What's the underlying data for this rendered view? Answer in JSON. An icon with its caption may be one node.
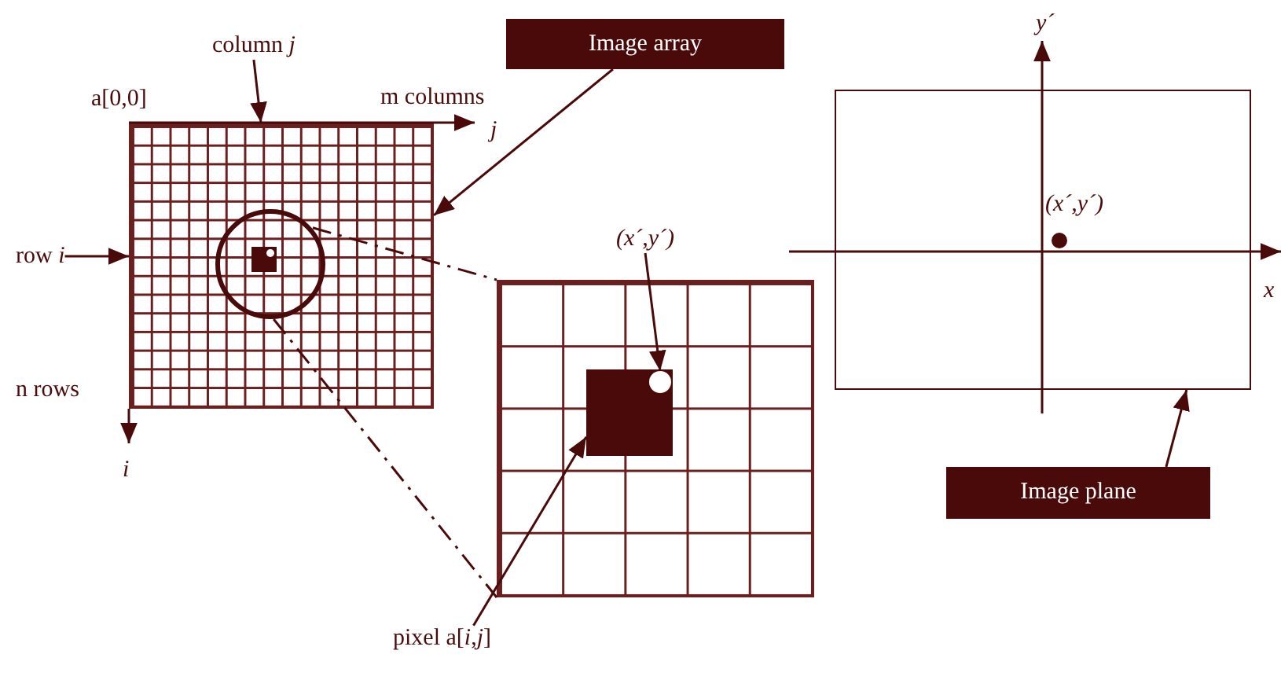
{
  "diagram": {
    "nodes": [
      {
        "text": [
          "column *j*"
        ]
      },
      {
        "text": [
          "Image array"
        ]
      },
      {
        "text": [],
        "shape": "box"
      },
      {
        "text": [
          "row *i*"
        ]
      },
      {
        "text": [],
        "shape": "circle",
        "in": 2
      },
      {
        "text": [],
        "shape": "box"
      },
      {
        "text": [
          "(x´,y´)"
        ]
      },
      {
        "text": [],
        "shape": "box",
        "in": 5
      },
      {
        "text": [],
        "shape": "circle",
        "in": 7
      },
      {
        "text": [
          "pixel a[*i*,*j*]"
        ]
      },
      {
        "text": [],
        "shape": "box"
      },
      {
        "text": [
          "Image plane"
        ]
      }
    ],
    "edges": [
      {
        "from": 1,
        "to": 2,
        "arrow": "to"
      },
      {
        "from": 0,
        "to": 2,
        "arrow": "to"
      },
      {
        "from": 3,
        "to": 2,
        "arrow": "to"
      },
      {
        "from": 4,
        "to": 5,
        "arrow": "none",
        "style": "dashed"
      },
      {
        "from": 4,
        "to": 5,
        "arrow": "none",
        "style": "dashed"
      },
      {
        "from": 6,
        "to": 8,
        "arrow": "to"
      },
      {
        "from": 9,
        "to": 7,
        "arrow": "to"
      },
      {
        "from": 11,
        "to": 10,
        "arrow": "to"
      }
    ],
    "labels": [
      "y´",
      "a[0,0]",
      "m columns",
      "j",
      "(x´,y´)",
      "x",
      "n rows",
      "i"
    ]
  }
}
